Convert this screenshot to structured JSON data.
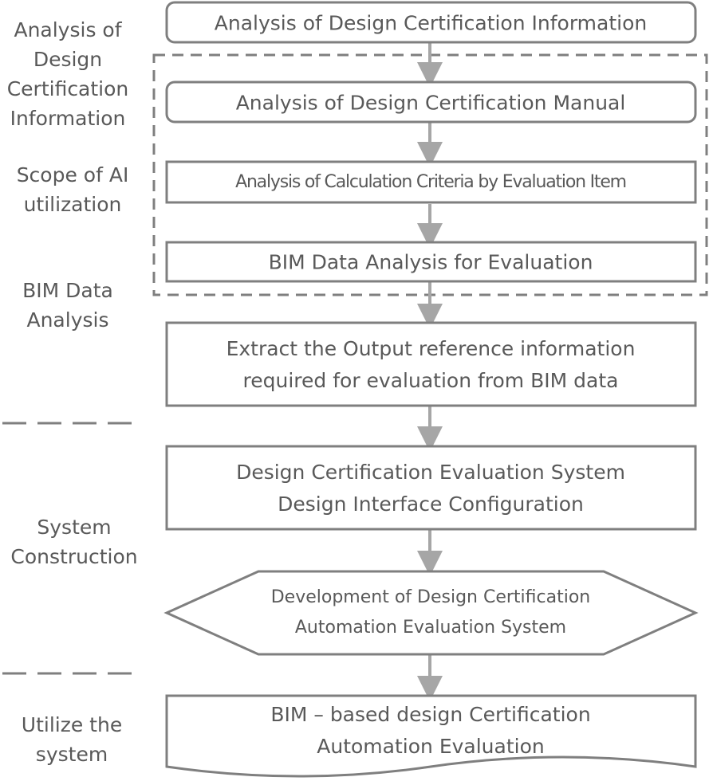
{
  "colors": {
    "stroke": "#7f7f7f",
    "text": "#595959",
    "arrow": "#a6a6a6",
    "dash": "#7f7f7f"
  },
  "side_labels": {
    "analysis_design": [
      "Analysis of",
      "Design",
      "Certification",
      "Information"
    ],
    "ai_scope": [
      "Scope of AI",
      "utilization"
    ],
    "bim_analysis": [
      "BIM Data",
      "Analysis"
    ],
    "system_construction": [
      "System",
      "Construction"
    ],
    "utilize": [
      "Utilize the",
      "system"
    ]
  },
  "nodes": {
    "analysis_info": "Analysis of Design Certification Information",
    "manual": "Analysis of Design Certification Manual",
    "criteria": "Analysis of Calculation Criteria by Evaluation Item",
    "bim_eval": "BIM Data Analysis for Evaluation",
    "extract": [
      "Extract the Output reference information",
      "required for evaluation from BIM data"
    ],
    "interface": [
      "Design Certification Evaluation System",
      "Design Interface Configuration"
    ],
    "development": [
      "Development of Design Certification",
      "Automation Evaluation System"
    ],
    "bim_based": [
      "BIM – based design Certification",
      "Automation Evaluation"
    ]
  }
}
